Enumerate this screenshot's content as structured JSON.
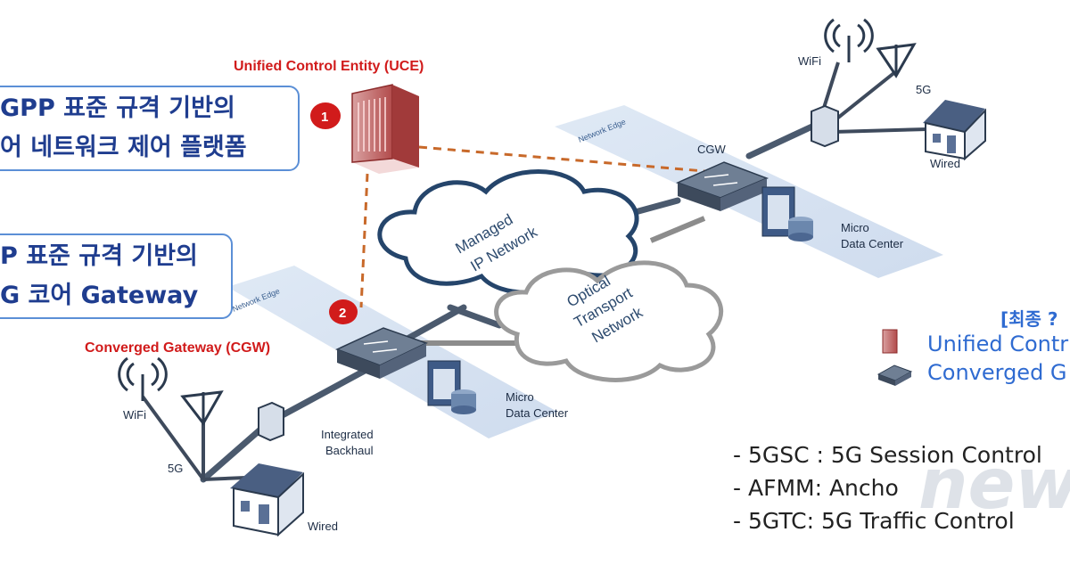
{
  "uce_title": "Unified Control Entity (UCE)",
  "cgw_title": "Converged Gateway (CGW)",
  "callout_1": {
    "line1": "GPP 표준 규격 기반의",
    "line2": "어 네트워크 제어 플랫폼"
  },
  "callout_2": {
    "line1": "P 표준 규격 기반의",
    "line2": "G 코어 Gateway"
  },
  "badges": {
    "one": "1",
    "two": "2"
  },
  "network_edge_label": "Network Edge",
  "cgw_label": "CGW",
  "managed_network": {
    "line1": "Managed",
    "line2": "IP Network"
  },
  "optical_network": {
    "line1": "Optical",
    "line2": "Transport",
    "line3": "Network"
  },
  "micro_dc": {
    "line1": "Micro",
    "line2": "Data Center"
  },
  "backhaul": {
    "line1": "Integrated",
    "line2": "Backhaul"
  },
  "access": {
    "wifi": "WiFi",
    "fiveg": "5G",
    "wired": "Wired"
  },
  "legend": {
    "title": "[최종 ?",
    "uce": "Unified Contr",
    "cgw": "Converged G"
  },
  "notes": [
    "- 5GSC : 5G Session Control",
    "- AFMM: Ancho",
    "- 5GTC: 5G Traffic Control"
  ],
  "watermark": "news",
  "colors": {
    "accent_red": "#d11b1b",
    "callout_blue": "#1f3d8f",
    "legend_blue": "#2f6bd1",
    "dashed_orange": "#c8692a"
  }
}
